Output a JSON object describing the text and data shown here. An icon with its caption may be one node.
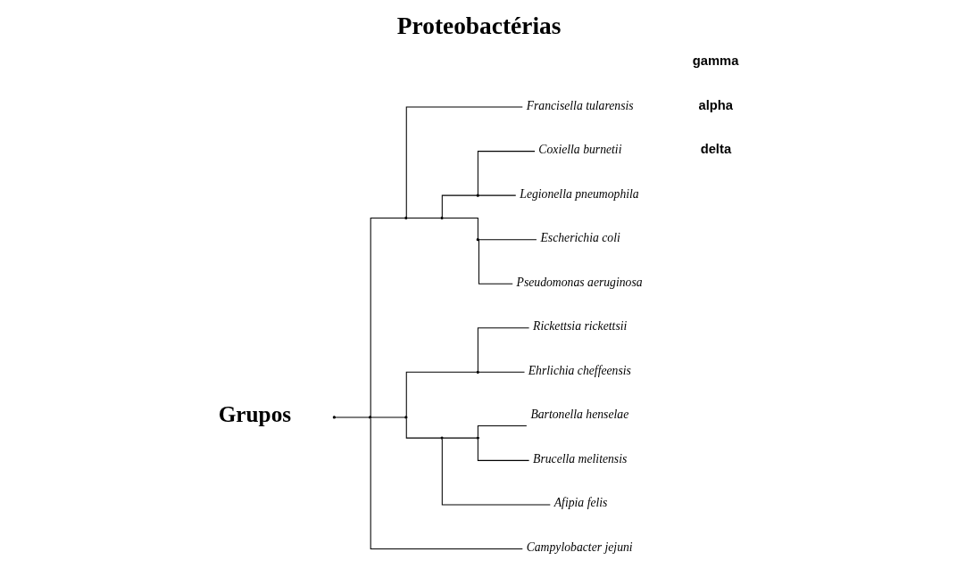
{
  "diagram": {
    "title": "Proteobactérias",
    "nodes": [
      {
        "text": [],
        "shape": "point"
      },
      {
        "text": [],
        "shape": "point"
      },
      {
        "text": [],
        "shape": "point"
      },
      {
        "text": [
          "Francisella tularensis"
        ]
      },
      {
        "text": [],
        "shape": "point"
      },
      {
        "text": [],
        "shape": "point"
      },
      {
        "text": [
          "Coxiella burnetii"
        ]
      },
      {
        "text": [
          "Legionella pneumophila"
        ]
      },
      {
        "text": [],
        "shape": "point"
      },
      {
        "text": [
          "Escherichia coli"
        ]
      },
      {
        "text": [
          "Pseudomonas aeruginosa"
        ]
      },
      {
        "text": [],
        "shape": "point"
      },
      {
        "text": [],
        "shape": "point"
      },
      {
        "text": [
          "Rickettsia rickettsii"
        ]
      },
      {
        "text": [
          "Ehrlichia cheffeensis"
        ]
      },
      {
        "text": [],
        "shape": "point"
      },
      {
        "text": [],
        "shape": "point"
      },
      {
        "text": [
          "Bartonella henselae"
        ]
      },
      {
        "text": [
          "Brucella melitensis"
        ]
      },
      {
        "text": [
          "Afipia felis"
        ]
      },
      {
        "text": [
          "Campylobacter jejuni"
        ]
      }
    ],
    "edges": [
      {
        "from": 0,
        "to": 1,
        "arrow": "none"
      },
      {
        "from": 1,
        "to": 2,
        "arrow": "none"
      },
      {
        "from": 2,
        "to": 3,
        "arrow": "none"
      },
      {
        "from": 2,
        "to": 4,
        "arrow": "none"
      },
      {
        "from": 4,
        "to": 5,
        "arrow": "none"
      },
      {
        "from": 5,
        "to": 6,
        "arrow": "none"
      },
      {
        "from": 5,
        "to": 7,
        "arrow": "none"
      },
      {
        "from": 4,
        "to": 8,
        "arrow": "none"
      },
      {
        "from": 8,
        "to": 9,
        "arrow": "none"
      },
      {
        "from": 8,
        "to": 10,
        "arrow": "none"
      },
      {
        "from": 1,
        "to": 11,
        "arrow": "none"
      },
      {
        "from": 11,
        "to": 12,
        "arrow": "none"
      },
      {
        "from": 12,
        "to": 13,
        "arrow": "none"
      },
      {
        "from": 12,
        "to": 14,
        "arrow": "none"
      },
      {
        "from": 11,
        "to": 15,
        "arrow": "none"
      },
      {
        "from": 15,
        "to": 16,
        "arrow": "none"
      },
      {
        "from": 16,
        "to": 17,
        "arrow": "none"
      },
      {
        "from": 16,
        "to": 18,
        "arrow": "none"
      },
      {
        "from": 15,
        "to": 19,
        "arrow": "none"
      },
      {
        "from": 1,
        "to": 20,
        "arrow": "none"
      }
    ],
    "labels": [
      "Grupos",
      "gamma",
      "alpha",
      "delta"
    ]
  }
}
